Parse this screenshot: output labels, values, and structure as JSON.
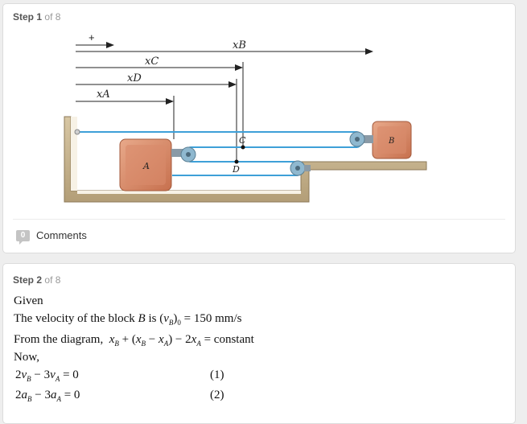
{
  "step1": {
    "word": "Step",
    "number": "1",
    "of_text": "of 8"
  },
  "figure": {
    "plus_sign": "+",
    "label_xb": "xB",
    "label_xc": "xC",
    "label_xd": "xD",
    "label_xa": "xA",
    "label_c": "C",
    "label_d": "D",
    "label_a": "A",
    "label_b": "B"
  },
  "comments": {
    "count": "0",
    "label": "Comments"
  },
  "step2": {
    "word": "Step",
    "number": "2",
    "of_text": "of 8",
    "given": "Given",
    "velocity_prefix": "The velocity of the block",
    "velocity_block": "B",
    "velocity_is": "is",
    "velocity_value": "= 150 mm/s",
    "diagram_prefix": "From the diagram,",
    "diagram_rhs": "constant",
    "now": "Now,",
    "eq1_rhs": "= 0",
    "eq1_num": "(1)",
    "eq2_rhs": "= 0",
    "eq2_num": "(2)"
  },
  "colors": {
    "cable": "#3ea0d8",
    "block": "#d98b6a",
    "ground": "#c9b48c",
    "pulley": "#8fb8cf"
  }
}
